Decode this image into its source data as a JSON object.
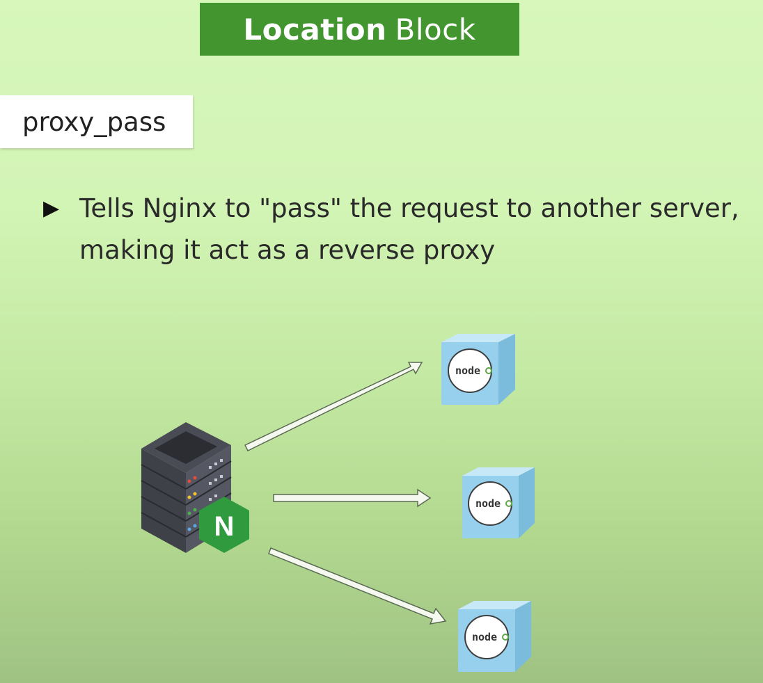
{
  "slide": {
    "title_bold": "Location",
    "title_rest": "Block",
    "directive": "proxy_pass",
    "bullet_line1": "Tells Nginx to \"pass\" the request to another server,",
    "bullet_line2": "making it act as a reverse proxy"
  },
  "diagram": {
    "source_icon": "nginx-server-icon",
    "source_badge": "N",
    "targets": [
      {
        "label": "node",
        "icon": "nodejs-cube-icon"
      },
      {
        "label": "node",
        "icon": "nodejs-cube-icon"
      },
      {
        "label": "node",
        "icon": "nodejs-cube-icon"
      }
    ]
  },
  "colors": {
    "title_bg": "#43962f",
    "nginx_green": "#2f9a3e",
    "cube_blue": "#8fcbe8",
    "server_dark": "#3f4149"
  }
}
